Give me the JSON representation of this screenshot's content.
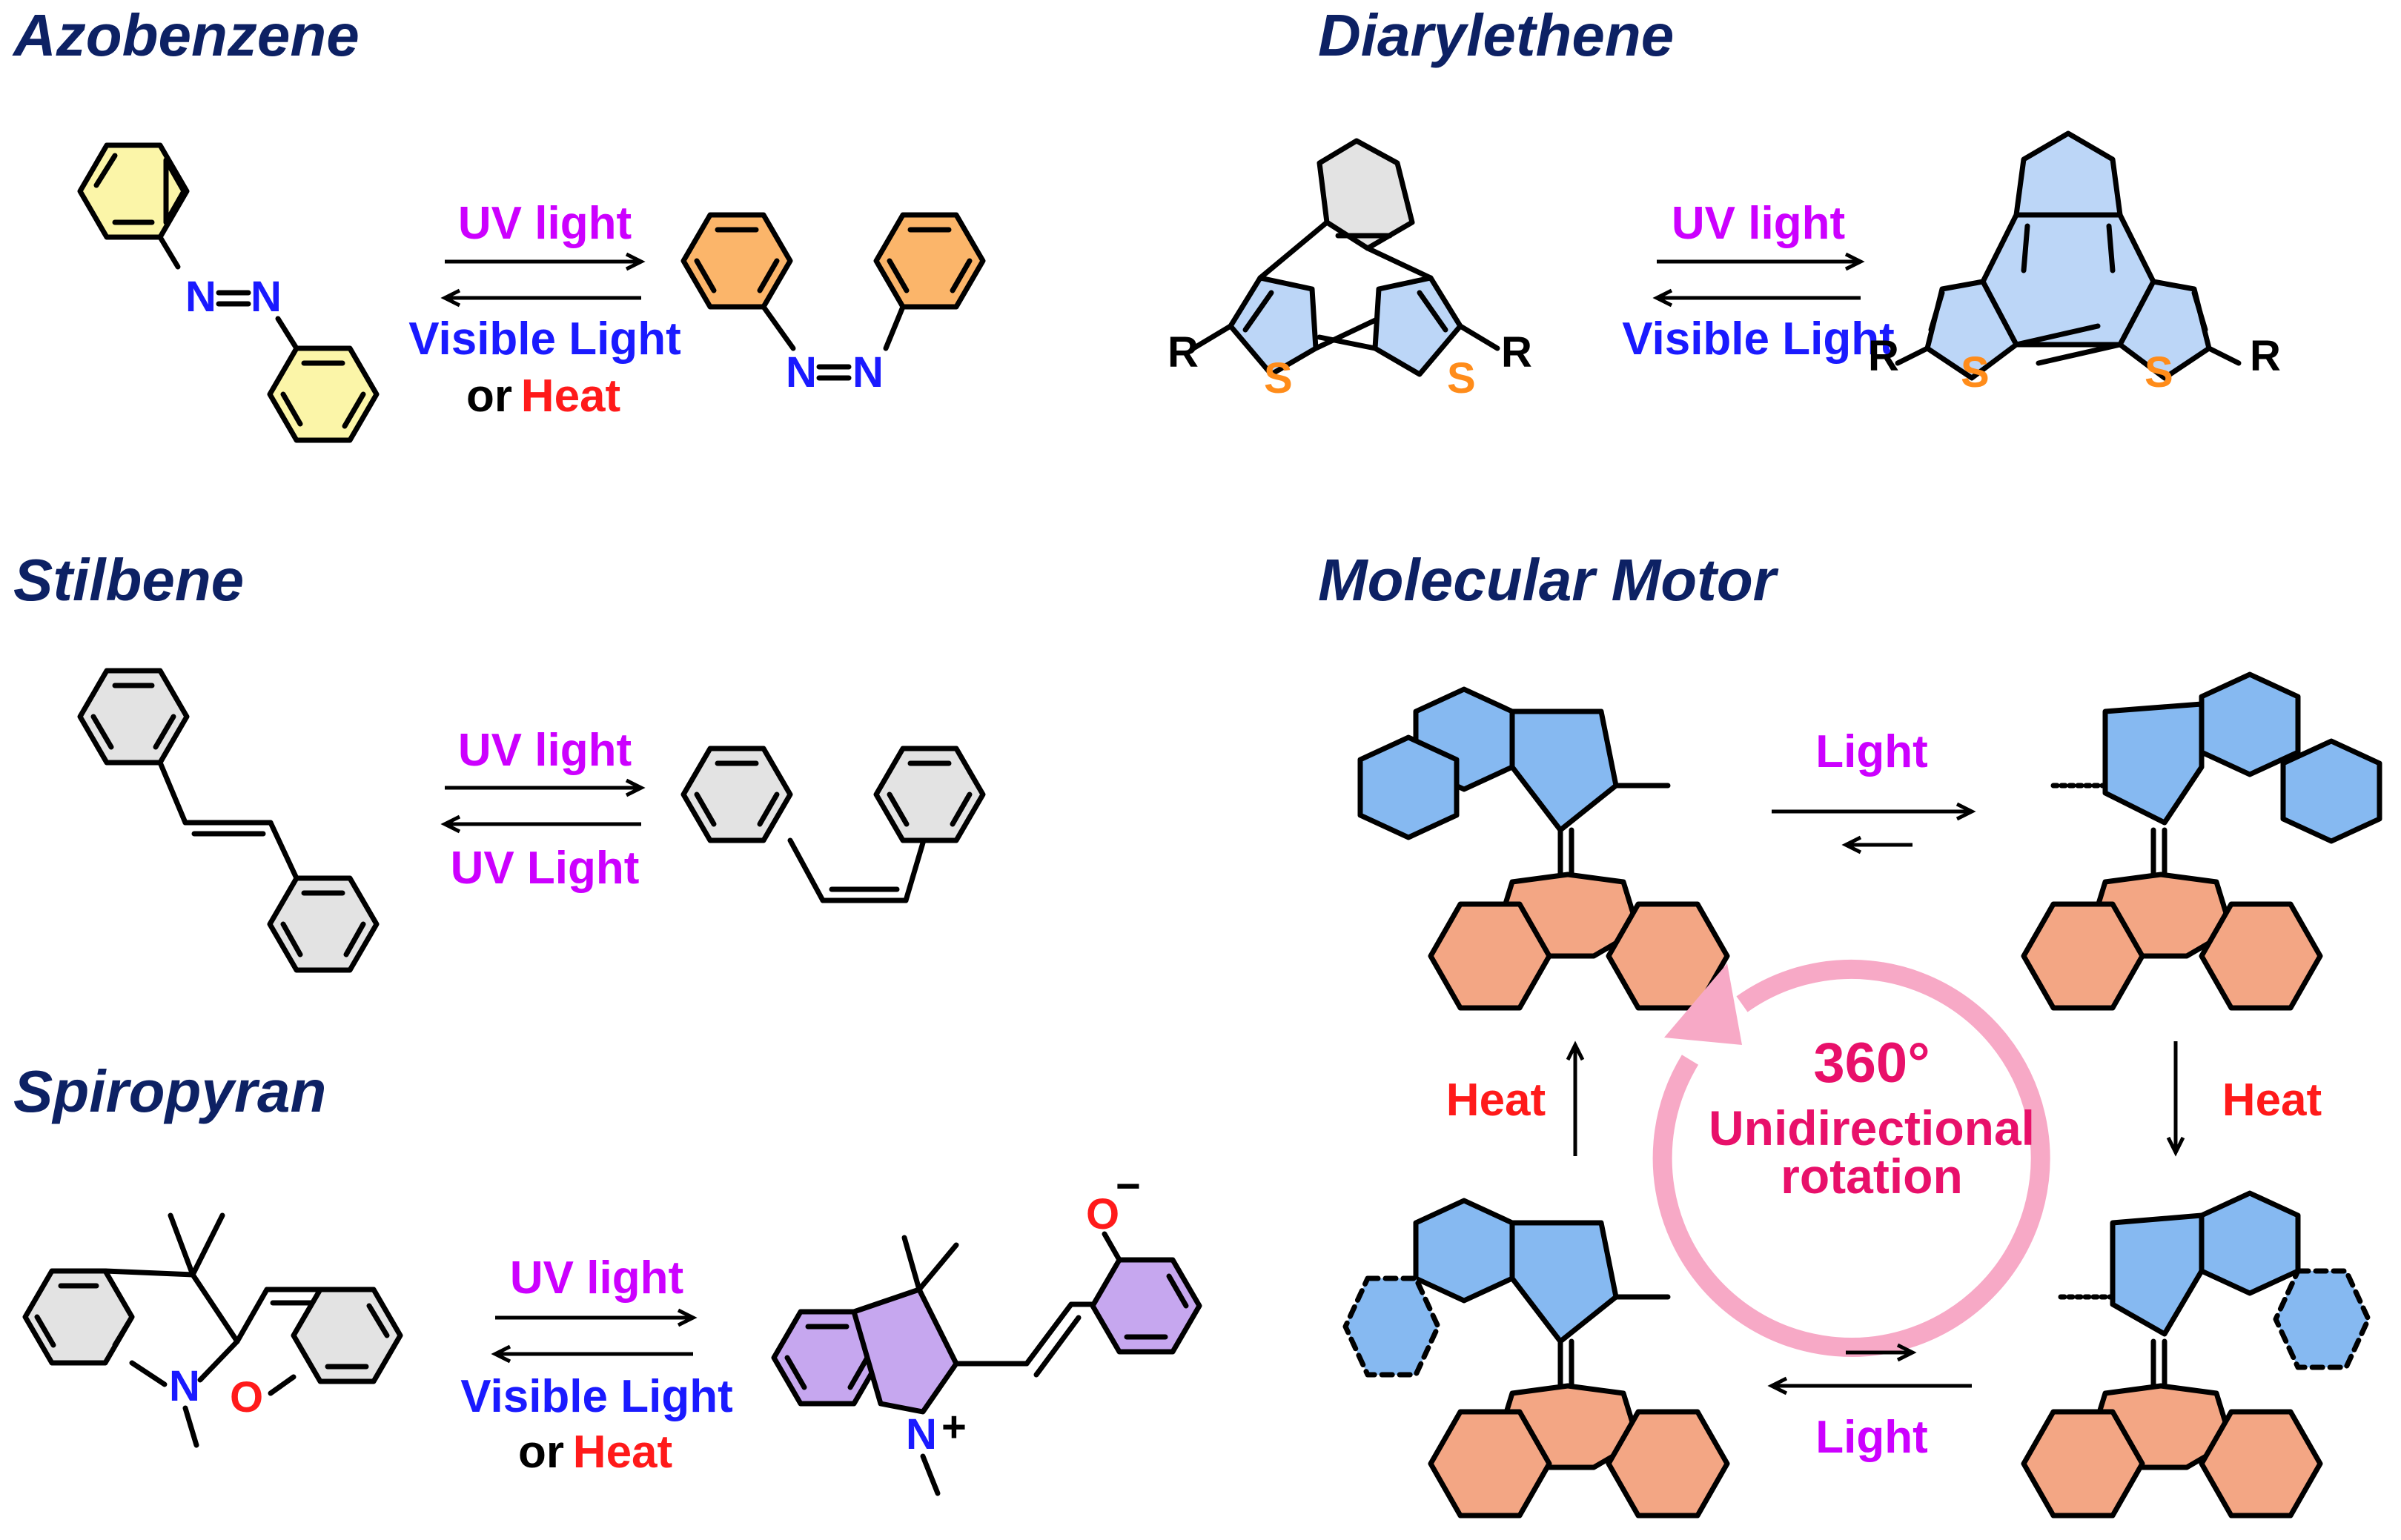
{
  "colors": {
    "title": "#0d2164",
    "uv": "#cc00ff",
    "visible": "#1a1aff",
    "heat": "#ff1a1a",
    "nitrogen": "#1a1aff",
    "sulfur": "#ff8c1a",
    "oxygen": "#ff1a1a",
    "azo_trans": "#fbf5a8",
    "azo_cis": "#fbb56a",
    "gray_ring": "#e3e3e3",
    "diaryl_closed": "#bcd6f7",
    "motor_blue": "#86b9f1",
    "motor_orange": "#f3a684",
    "merocyanine": "#c6a7ef",
    "rotation_ring": "#f7a9c6",
    "rotation_text": "#e8106a"
  },
  "sections": {
    "azobenzene": {
      "title": "Azobenzene",
      "forward": "UV light",
      "reverse_line1": "Visible Light",
      "reverse_or": "or",
      "reverse_heat": "Heat",
      "atom_n": "N"
    },
    "stilbene": {
      "title": "Stilbene",
      "forward": "UV light",
      "reverse": "UV Light"
    },
    "spiropyran": {
      "title": "Spiropyran",
      "forward": "UV light",
      "reverse_line1": "Visible Light",
      "reverse_or": "or",
      "reverse_heat": "Heat",
      "atom_n": "N",
      "atom_o": "O",
      "charge_plus": "+",
      "charge_minus": "−"
    },
    "diarylethene": {
      "title": "Diarylethene",
      "forward": "UV light",
      "reverse": "Visible Light",
      "atom_s": "S",
      "atom_r": "R"
    },
    "motor": {
      "title": "Molecular Motor",
      "light_top": "Light",
      "light_bottom": "Light",
      "heat_left": "Heat",
      "heat_right": "Heat",
      "rotation_line1": "360°",
      "rotation_line2": "Unidirectional",
      "rotation_line3": "rotation"
    }
  }
}
